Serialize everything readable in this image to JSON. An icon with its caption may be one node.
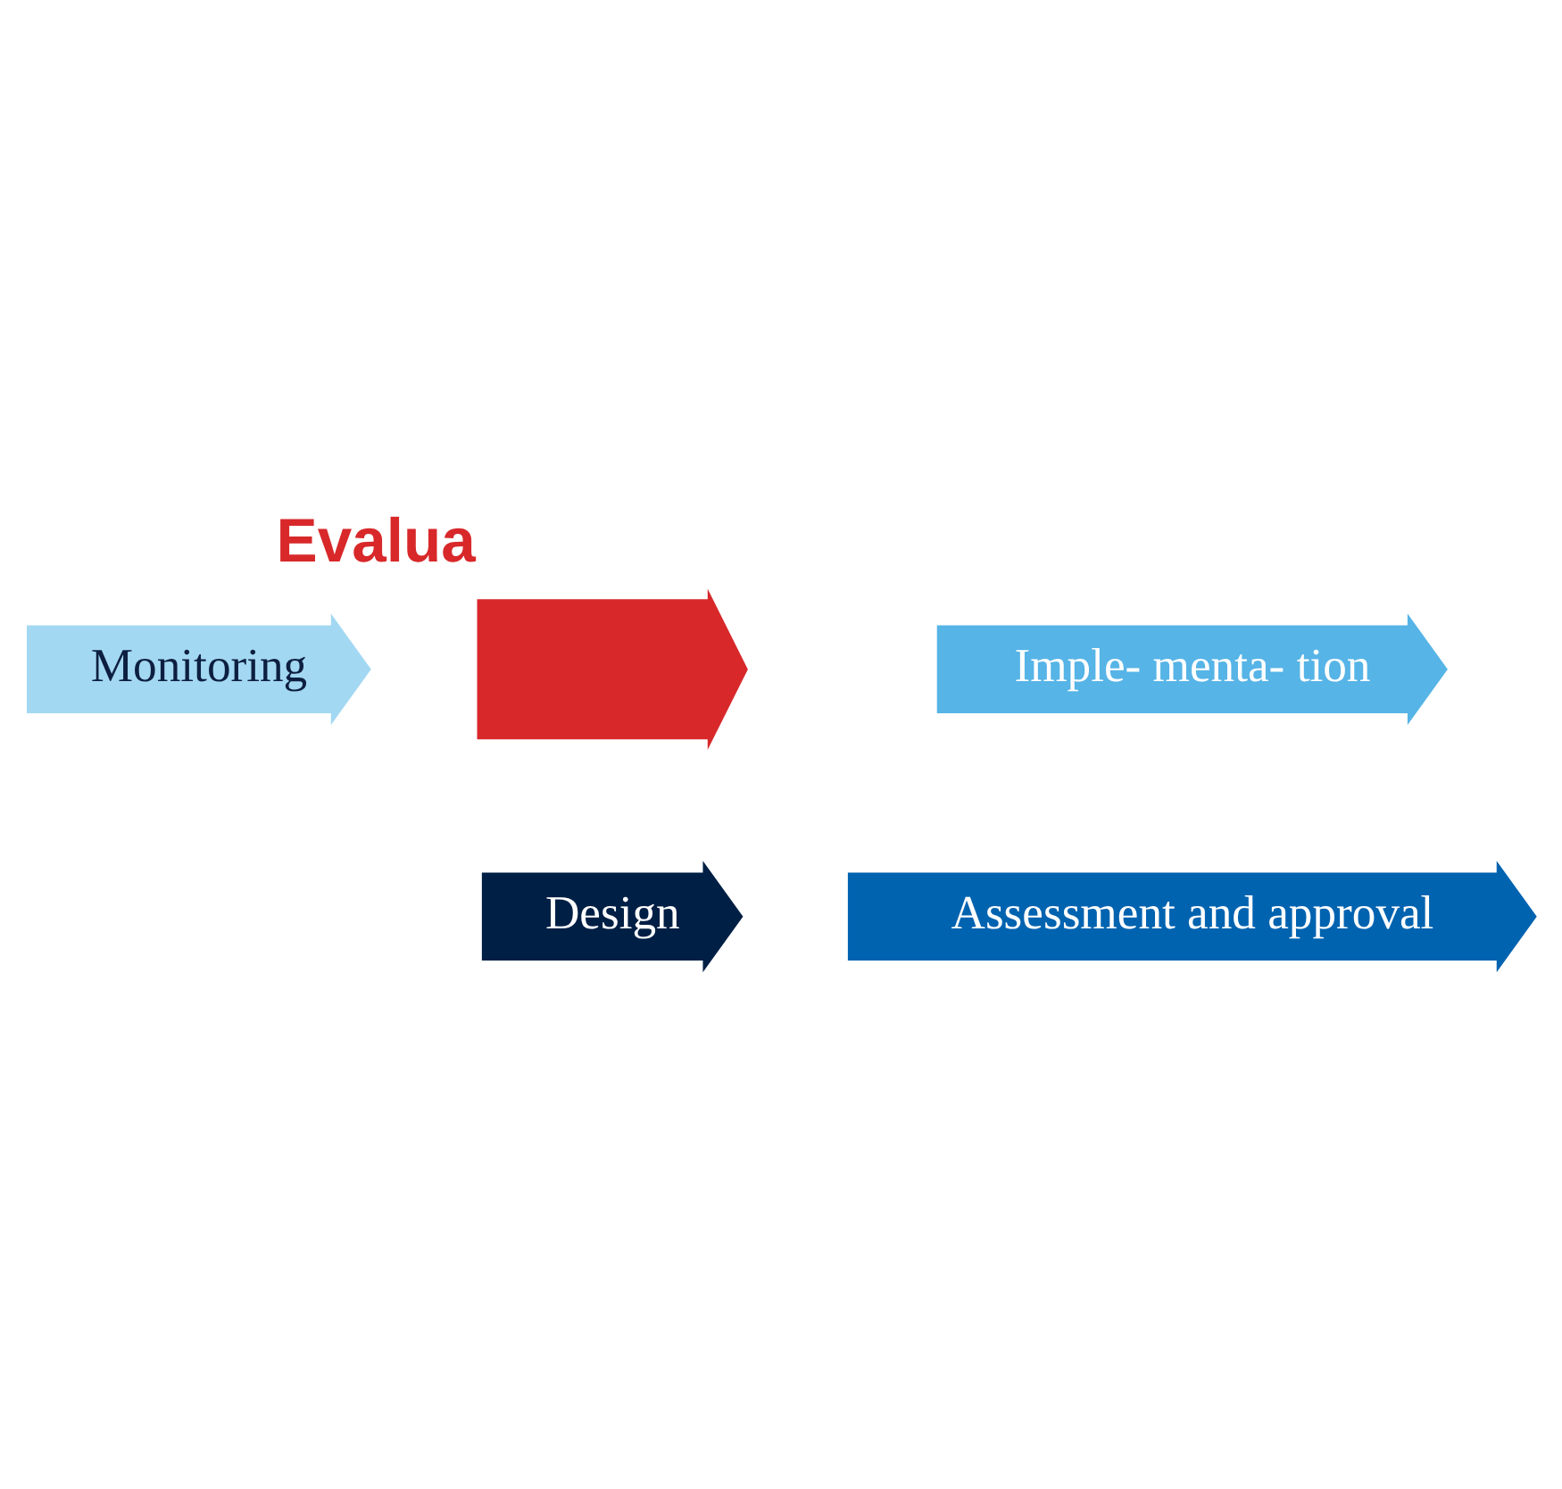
{
  "diagram": {
    "nodes": [
      {
        "text": [
          "Monitoring"
        ]
      },
      {
        "text": [
          "Evalua"
        ]
      },
      {
        "text": [
          "Design"
        ]
      },
      {
        "text": [
          "Assessment and approval"
        ]
      },
      {
        "text": [
          "Imple- menta- tion"
        ]
      }
    ]
  }
}
